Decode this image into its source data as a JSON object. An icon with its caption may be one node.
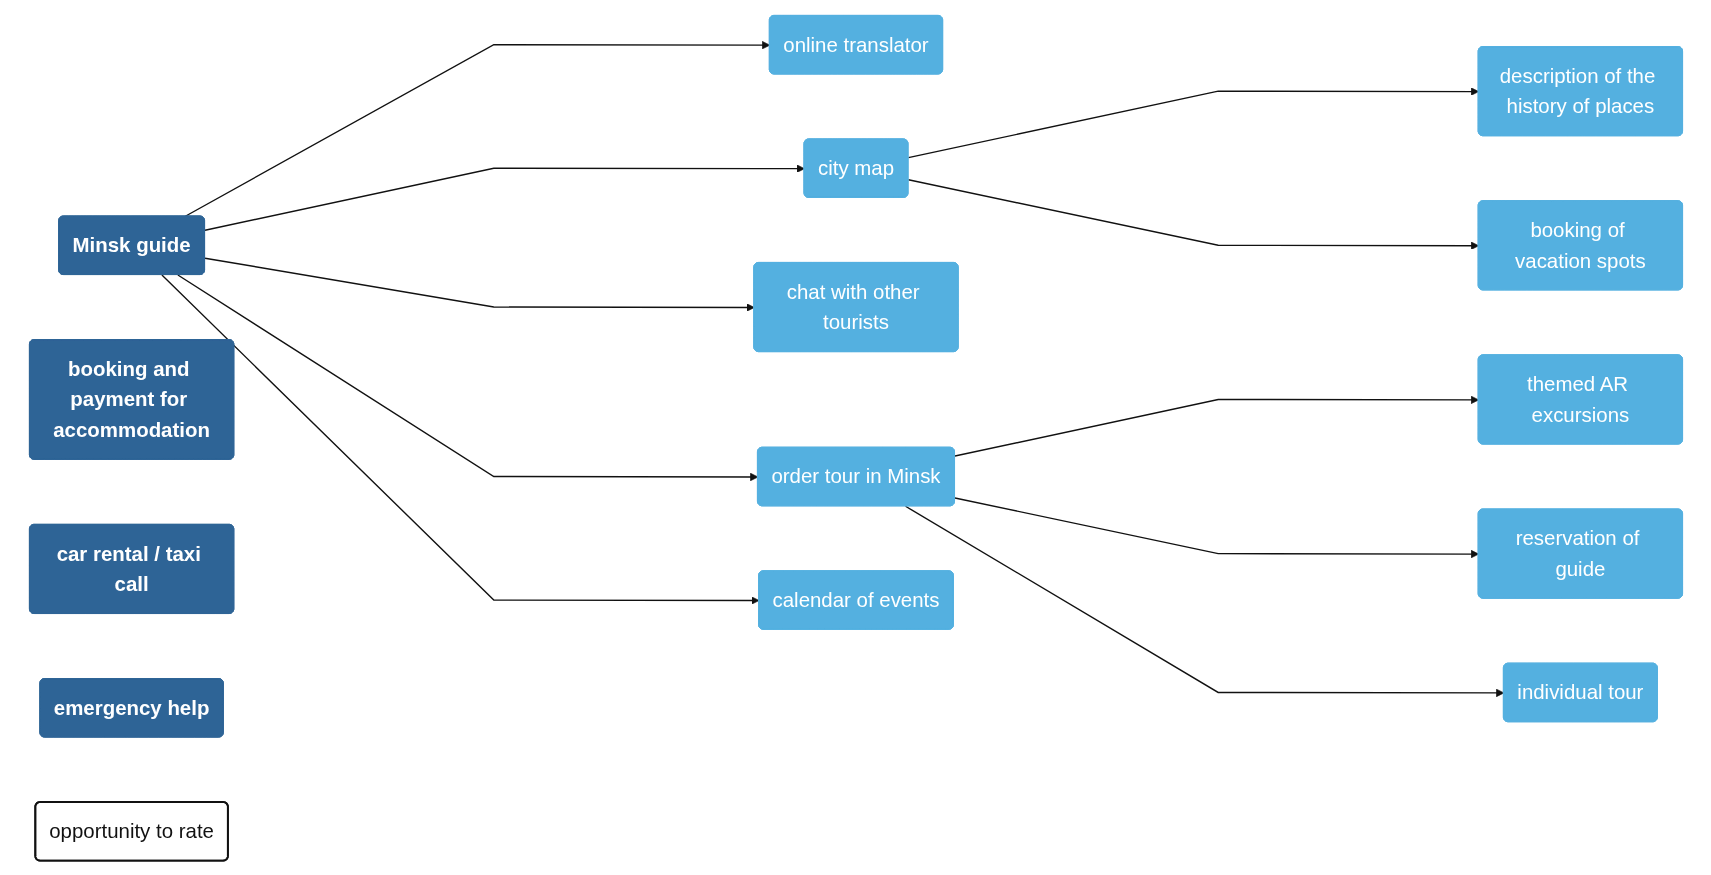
{
  "diagram": {
    "nodes": [
      {
        "text": [
          "booking and payment for accommodation"
        ]
      },
      {
        "text": [
          "Minsk guide"
        ]
      },
      {
        "text": [
          "car rental / taxi call"
        ]
      },
      {
        "text": [
          "emergency help"
        ]
      },
      {
        "text": [
          "online translator"
        ]
      },
      {
        "text": [
          "city map"
        ]
      },
      {
        "text": [
          "chat with other tourists"
        ]
      },
      {
        "text": [
          "order tour in Minsk"
        ]
      },
      {
        "text": [
          "calendar of events"
        ]
      },
      {
        "text": [
          "description of the history of places"
        ]
      },
      {
        "text": [
          "booking of vacation spots"
        ]
      },
      {
        "text": [
          "themed AR excursions"
        ]
      },
      {
        "text": [
          "reservation of guide"
        ]
      },
      {
        "text": [
          "individual tour"
        ]
      },
      {
        "text": [
          "opportunity to rate"
        ]
      }
    ],
    "edges": [
      {
        "from": 1,
        "to": 4,
        "arrow": "to"
      },
      {
        "from": 1,
        "to": 5,
        "arrow": "to"
      },
      {
        "from": 1,
        "to": 6,
        "arrow": "to"
      },
      {
        "from": 1,
        "to": 7,
        "arrow": "to"
      },
      {
        "from": 1,
        "to": 8,
        "arrow": "to"
      },
      {
        "from": 5,
        "to": 9,
        "arrow": "to"
      },
      {
        "from": 5,
        "to": 10,
        "arrow": "to"
      },
      {
        "from": 7,
        "to": 11,
        "arrow": "to"
      },
      {
        "from": 7,
        "to": 12,
        "arrow": "to"
      },
      {
        "from": 7,
        "to": 13,
        "arrow": "to"
      }
    ]
  }
}
